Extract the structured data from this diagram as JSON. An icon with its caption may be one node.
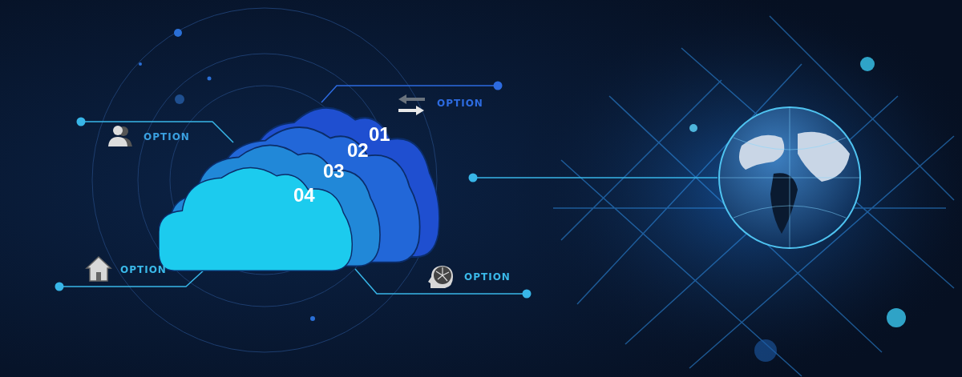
{
  "diagram": {
    "nodes": [
      {
        "text": [
          "OPTION"
        ]
      },
      {
        "text": [
          "OPTION"
        ]
      },
      {
        "text": [
          "01"
        ]
      },
      {
        "text": [
          "02"
        ]
      },
      {
        "text": [
          "03"
        ]
      },
      {
        "text": [
          "04"
        ]
      },
      {
        "text": [],
        "shape": "picture"
      },
      {
        "text": [
          "OPTION"
        ]
      },
      {
        "text": [
          "OPTION"
        ]
      }
    ],
    "edges": [
      {
        "from": 0,
        "to": 2,
        "arrow": "other",
        "color": "#2d6be0"
      },
      {
        "from": 1,
        "to": 3,
        "arrow": "other"
      },
      {
        "from": 8,
        "to": 4,
        "arrow": "other"
      },
      {
        "from": 7,
        "to": 5,
        "arrow": "other"
      },
      {
        "from": null,
        "to": 6,
        "arrow": "other"
      }
    ]
  }
}
